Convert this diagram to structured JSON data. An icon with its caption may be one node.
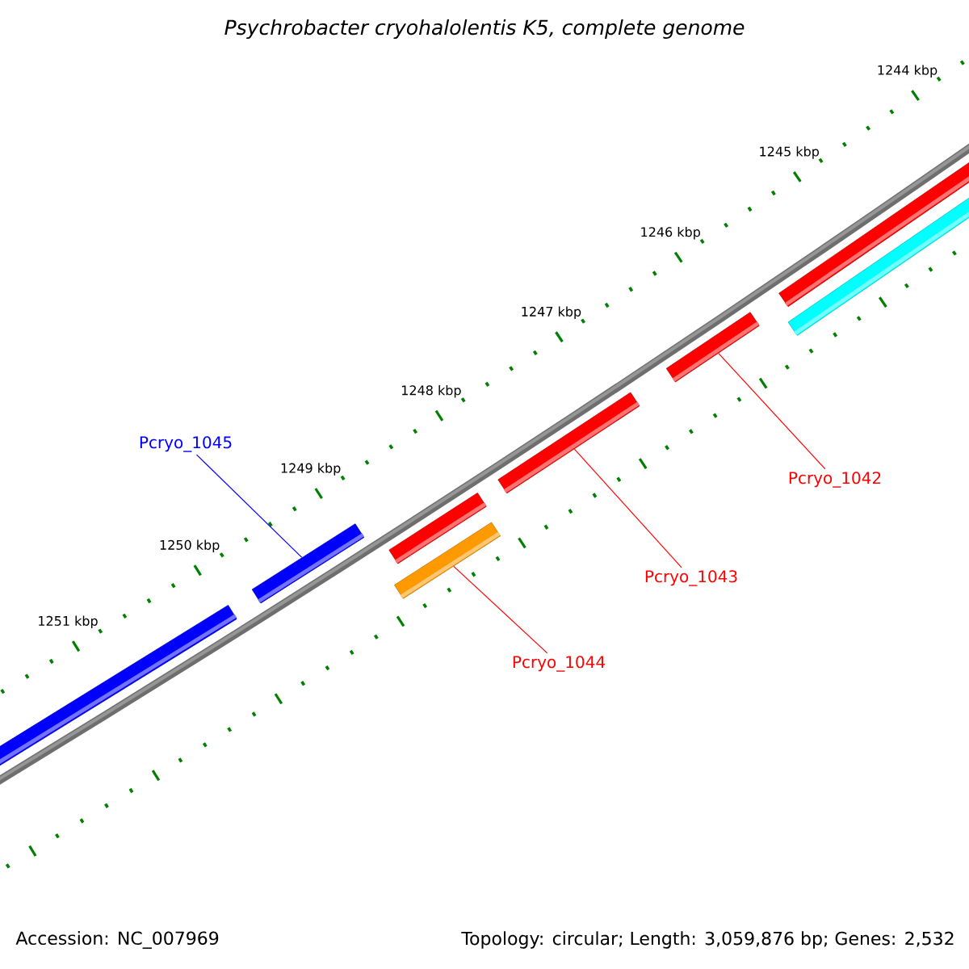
{
  "diagram": {
    "title": "Psychrobacter cryohalolentis K5, complete genome",
    "nodes": [
      {
        "text": [],
        "shape": "bar"
      },
      {
        "text": [],
        "shape": "bar"
      },
      {
        "text": [],
        "shape": "bar"
      },
      {
        "text": [],
        "shape": "bar"
      },
      {
        "text": [],
        "shape": "bar"
      },
      {
        "text": [],
        "shape": "bar"
      },
      {
        "text": [],
        "shape": "bar"
      },
      {
        "text": [],
        "shape": "bar"
      },
      {
        "text": [
          "Pcryo_1045"
        ]
      },
      {
        "text": [
          "Pcryo_1042"
        ]
      },
      {
        "text": [
          "Pcryo_1043"
        ]
      },
      {
        "text": [
          "Pcryo_1044"
        ]
      }
    ],
    "edges": [
      {
        "from": 8,
        "to": 6,
        "arrow": "none",
        "color": "#0000ff"
      },
      {
        "from": 9,
        "to": 2,
        "arrow": "none"
      },
      {
        "from": 10,
        "to": 3,
        "arrow": "none"
      },
      {
        "from": 11,
        "to": 5,
        "arrow": "none"
      }
    ],
    "labels": [
      "1244 kbp",
      "1245 kbp",
      "1246 kbp",
      "1247 kbp",
      "1248 kbp",
      "1249 kbp",
      "1250 kbp",
      "1251 kbp",
      "Accession: NC_007969",
      "Topology: circular; Length: 3,059,876 bp; Genes: 2,532"
    ]
  }
}
